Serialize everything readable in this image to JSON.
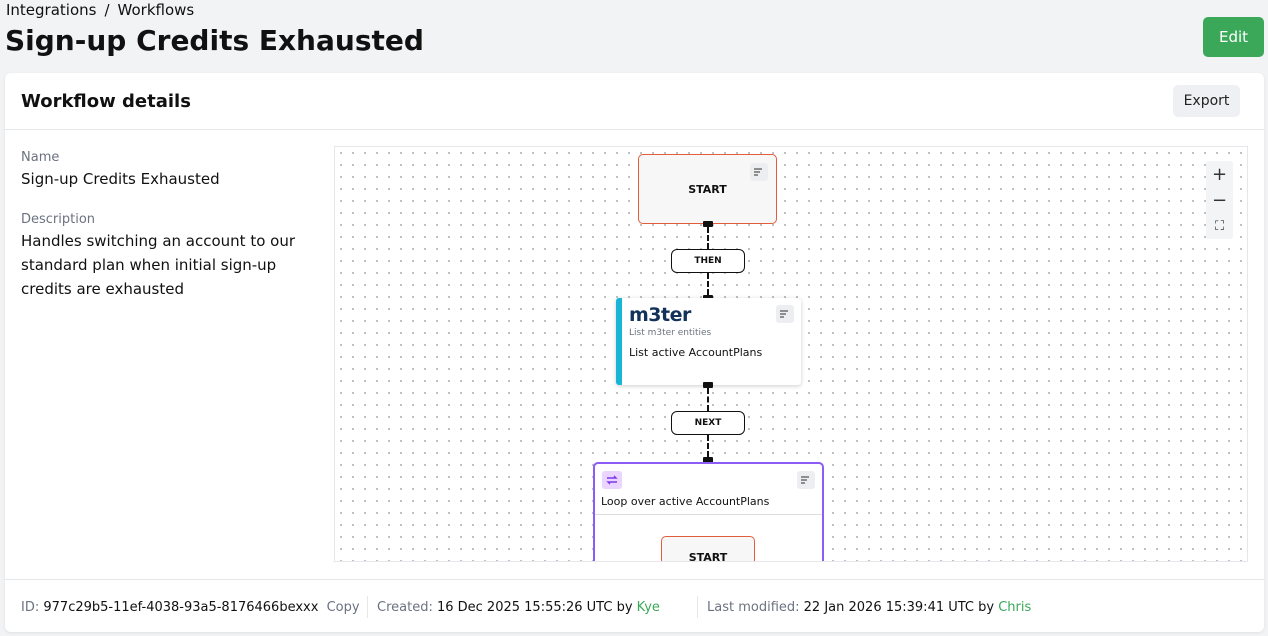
{
  "breadcrumb": {
    "items": [
      "Integrations",
      "Workflows"
    ],
    "separator": "/"
  },
  "page_title": "Sign-up Credits Exhausted",
  "header": {
    "edit_label": "Edit"
  },
  "card": {
    "title": "Workflow details",
    "export_label": "Export"
  },
  "details": {
    "name_label": "Name",
    "name_value": "Sign-up Credits Exhausted",
    "description_label": "Description",
    "description_value": "Handles switching an account to our standard plan when initial sign-up credits are exhausted"
  },
  "diagram": {
    "start_label": "START",
    "then_label": "THEN",
    "next_label": "NEXT",
    "m3ter_node": {
      "logo": "m3ter",
      "subtitle": "List m3ter entities",
      "title": "List active AccountPlans"
    },
    "loop_node": {
      "title": "Loop over active AccountPlans",
      "inner_start": "START"
    },
    "zoom": {
      "in": "+",
      "out": "−",
      "fit": "⛶"
    }
  },
  "footer": {
    "id_label": "ID:",
    "id_value": "977c29b5-11ef-4038-93a5-8176466bexxx",
    "copy_label": "Copy",
    "created_label": "Created:",
    "created_value": "16 Dec 2025 15:55:26 UTC by",
    "created_by": "Kye",
    "modified_label": "Last modified:",
    "modified_value": "22 Jan 2026 15:39:41 UTC by",
    "modified_by": "Chris"
  },
  "colors": {
    "accent": "#3aa858",
    "start_border": "#e35d3b",
    "m3ter_bar": "#17b6d7",
    "loop_border": "#8b5cf6"
  }
}
